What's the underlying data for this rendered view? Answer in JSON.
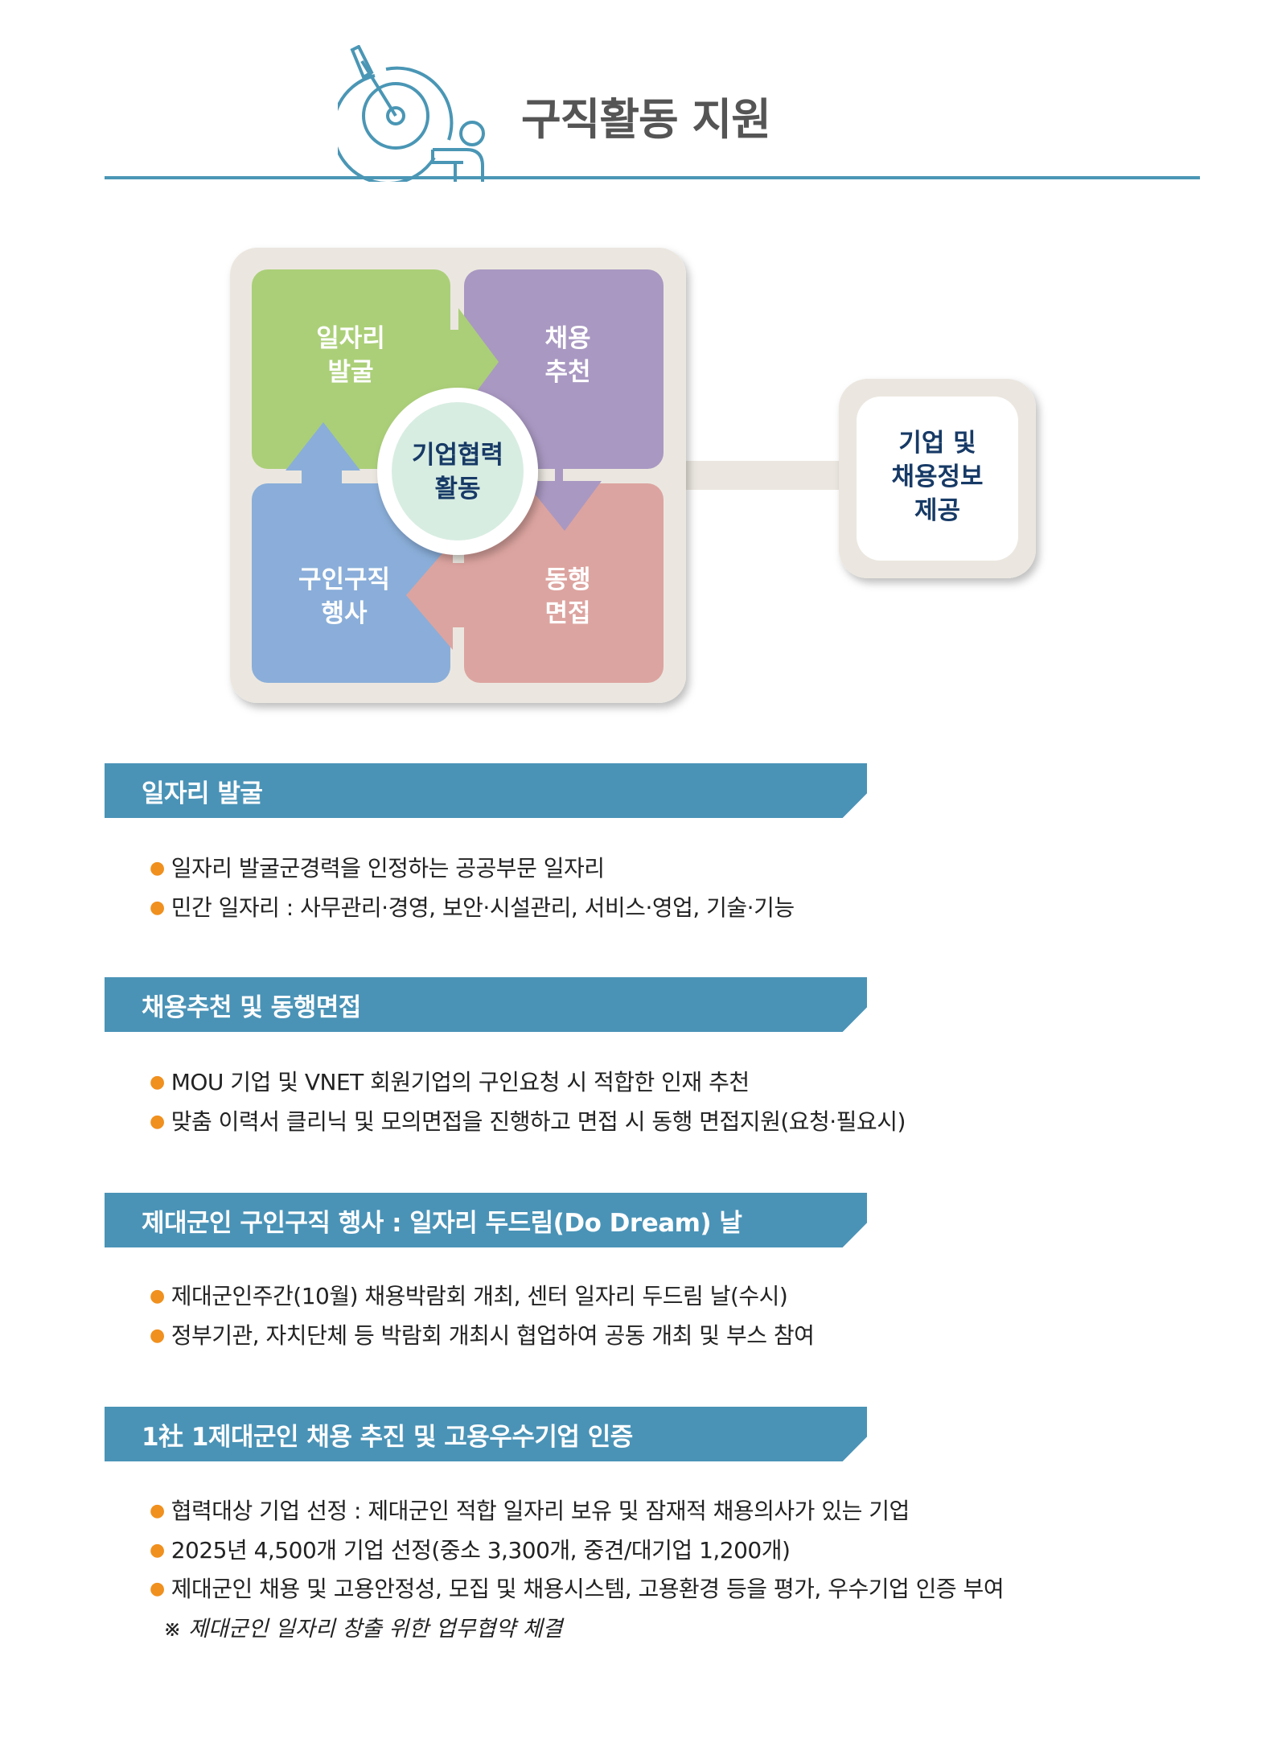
{
  "header": {
    "title": "구직활동 지원",
    "icon": "target-arrow-person-icon",
    "accent": "#4a96b5"
  },
  "diagram": {
    "quadrants": [
      {
        "line1": "일자리",
        "line2": "발굴",
        "color": "#abcf78"
      },
      {
        "line1": "채용",
        "line2": "추천",
        "color": "#a998c2"
      },
      {
        "line1": "구인구직",
        "line2": "행사",
        "color": "#8aaed9"
      },
      {
        "line1": "동행",
        "line2": "면접",
        "color": "#dca4a0"
      }
    ],
    "center": {
      "line1": "기업협력",
      "line2": "활동"
    },
    "side": {
      "line1": "기업 및",
      "line2": "채용정보",
      "line3": "제공"
    }
  },
  "sections": [
    {
      "title": "일자리 발굴",
      "bullets": [
        "일자리 발굴군경력을 인정하는 공공부문 일자리",
        "민간 일자리 : 사무관리·경영, 보안·시설관리, 서비스·영업, 기술·기능"
      ]
    },
    {
      "title": "채용추천 및 동행면접",
      "bullets": [
        "MOU 기업 및 VNET 회원기업의 구인요청 시 적합한 인재 추천",
        "맞춤 이력서 클리닉 및 모의면접을 진행하고 면접 시 동행 면접지원(요청·필요시)"
      ]
    },
    {
      "title": "제대군인 구인구직 행사 : 일자리 두드림(Do Dream) 날",
      "bullets": [
        "제대군인주간(10월) 채용박람회 개최, 센터 일자리 두드림 날(수시)",
        "정부기관, 자치단체 등 박람회 개최시 협업하여 공동 개최 및 부스 참여"
      ]
    },
    {
      "title": "1社 1제대군인 채용 추진 및 고용우수기업 인증",
      "bullets": [
        "협력대상 기업 선정 : 제대군인 적합 일자리 보유 및 잠재적 채용의사가 있는 기업",
        "2025년 4,500개 기업 선정(중소 3,300개, 중견/대기업 1,200개)",
        "제대군인 채용 및 고용안정성, 모집 및 채용시스템, 고용환경 등을 평가, 우수기업 인증 부여"
      ],
      "note": "※ 제대군인 일자리 창출 위한 업무협약 체결"
    }
  ]
}
